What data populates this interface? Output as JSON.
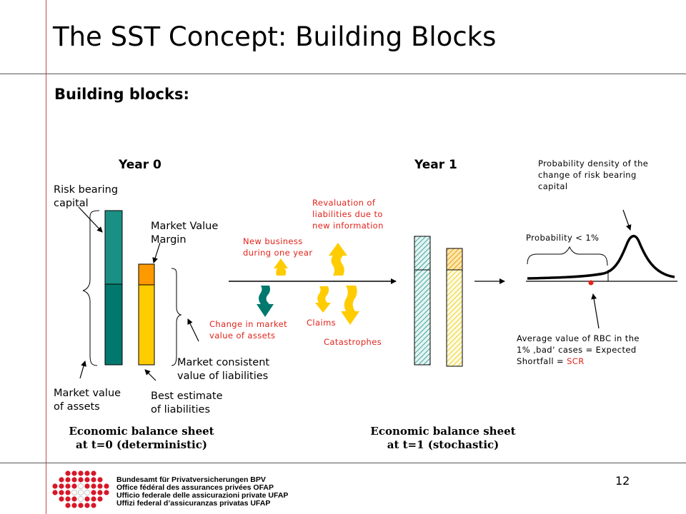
{
  "title": "The SST Concept: Building Blocks",
  "subtitle": "Building blocks:",
  "year0": "Year 0",
  "year1": "Year 1",
  "labels": {
    "risk_bearing_capital": [
      "Risk bearing",
      "capital"
    ],
    "market_value_margin": [
      "Market Value",
      "Margin"
    ],
    "market_consistent": [
      "Market consistent",
      "value of liabilities"
    ],
    "market_value_assets": [
      "Market value",
      "of assets"
    ],
    "best_estimate": [
      "Best estimate",
      "of liabilities"
    ],
    "revaluation": [
      "Revaluation  of",
      "liabilities  due to",
      "new information"
    ],
    "new_business": [
      "New business",
      "during one year"
    ],
    "change_market": [
      "Change in market",
      "value of assets"
    ],
    "claims": "Claims",
    "catastrophes": "Catastrophes",
    "prob_density": [
      "Probability  density  of the",
      "change of risk bearing",
      "capital"
    ],
    "probability": "Probability  < 1%",
    "average_value": [
      "Average value of RBC in the",
      "1% ‚bad‘ cases = Expected"
    ],
    "shortfall_prefix": "Shortfall = ",
    "scr": "SCR"
  },
  "balance_t0": [
    "Economic balance sheet",
    "at t=0 (deterministic)"
  ],
  "balance_t1": [
    "Economic balance sheet",
    "at t=1 (stochastic)"
  ],
  "logo": [
    "Bundesamt für Privatversicherungen BPV",
    "Office fédéral des assurances privées OFAP",
    "Ufficio federale delle assicurazioni private UFAP",
    "Uffizi federal d’assicuranzas privatas UFAP"
  ],
  "page_number": "12",
  "colors": {
    "teal_light": "#1a8f84",
    "teal_dark": "#00786e",
    "orange": "#ff9900",
    "yellow": "#ffcc00",
    "red": "#e2231a",
    "logo_red": "#d7182a"
  }
}
